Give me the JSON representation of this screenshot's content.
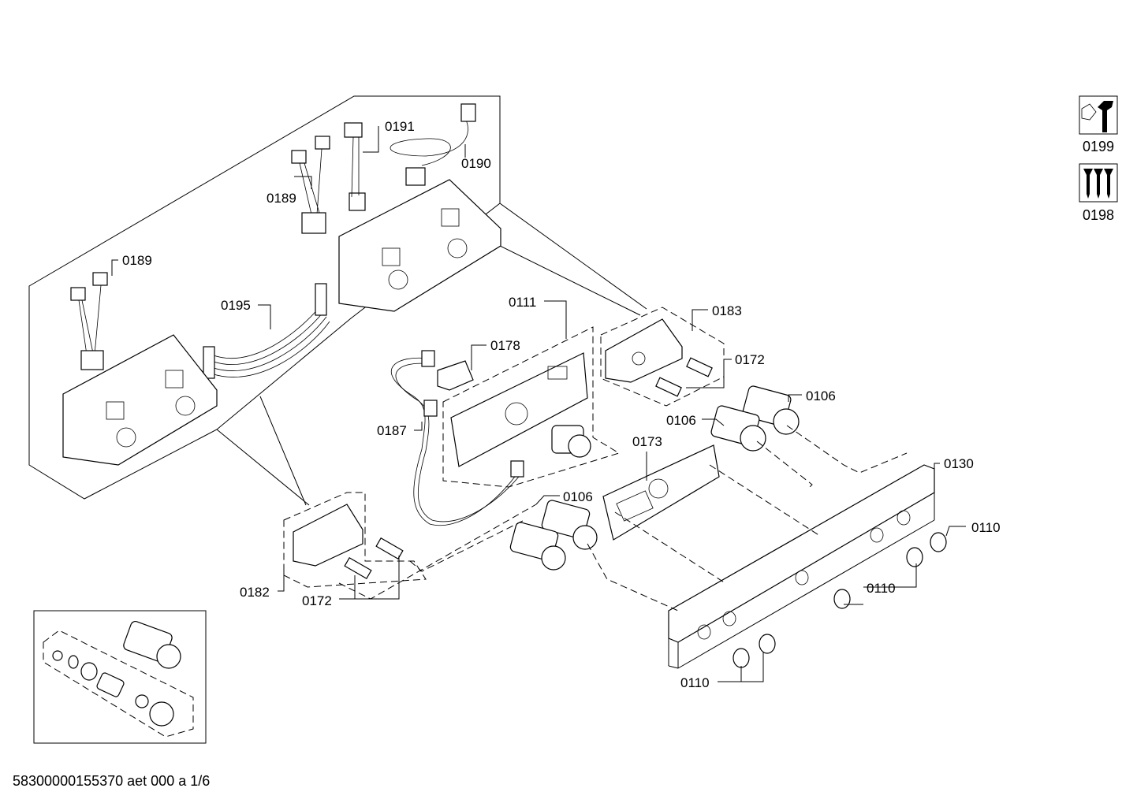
{
  "callouts": {
    "c0191": "0191",
    "c0190": "0190",
    "c0189a": "0189",
    "c0189b": "0189",
    "c0195": "0195",
    "c0111": "0111",
    "c0178": "0178",
    "c0187": "0187",
    "c0183": "0183",
    "c0172a": "0172",
    "c0106a": "0106",
    "c0106b": "0106",
    "c0173": "0173",
    "c0130": "0130",
    "c0106c": "0106",
    "c0110a": "0110",
    "c0110b": "0110",
    "c0110c": "0110",
    "c0182": "0182",
    "c0172b": "0172"
  },
  "tools": [
    {
      "label": "0199",
      "icon": "wrench-nut-icon"
    },
    {
      "label": "0198",
      "icon": "screws-icon"
    }
  ],
  "footer": "58300000155370 aet 000 a 1/6"
}
